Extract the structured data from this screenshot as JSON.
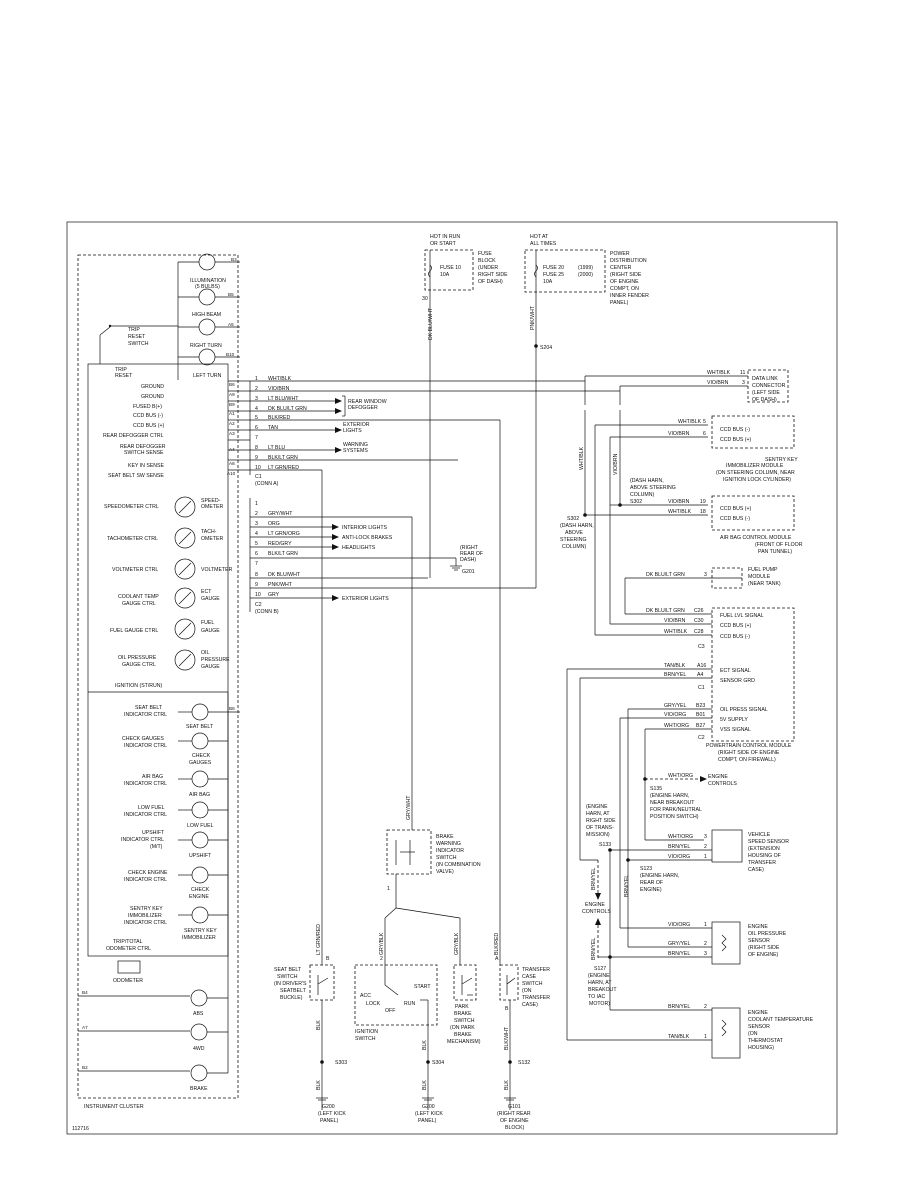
{
  "figure_code": "112716",
  "cluster": {
    "title": "INSTRUMENT CLUSTER",
    "lamps_top": [
      {
        "label": "ILLUMINATION",
        "sub": "(5 BULBS)",
        "pin": "B3"
      },
      {
        "label": "HIGH BEAM",
        "sub": "",
        "pin": "B5"
      },
      {
        "label": "RIGHT TURN",
        "sub": "",
        "pin": "A5"
      },
      {
        "label": "LEFT TURN",
        "sub": "",
        "pin": "B10"
      }
    ],
    "trip_switch": [
      "TRIP",
      "RESET",
      "SWITCH"
    ],
    "trip_reset": [
      "TRIP",
      "RESET"
    ],
    "inputs": [
      {
        "label": "GROUND",
        "pin": "B6"
      },
      {
        "label": "GROUND",
        "pin": "A9"
      },
      {
        "label": "FUSED B(+)",
        "pin": "B9"
      },
      {
        "label": "CCD BUS (-)",
        "pin": "A1"
      },
      {
        "label": "CCD BUS (+)",
        "pin": "A2"
      },
      {
        "label": "REAR DEFOGGER CTRL",
        "pin": "A3"
      },
      {
        "label": "REAR DEFOGGER",
        "label2": "SWITCH SENSE",
        "pin": "A4"
      },
      {
        "label": "KEY IN SENSE",
        "pin": "A8"
      },
      {
        "label": "SEAT BELT SW SENSE",
        "pin": "A10"
      }
    ],
    "gauges": [
      {
        "ctrl": "SPEEDOMETER CTRL",
        "name": "SPEED-",
        "name2": "OMETER"
      },
      {
        "ctrl": "TACHOMETER CTRL",
        "name": "TACH-",
        "name2": "OMETER"
      },
      {
        "ctrl": "VOLTMETER CTRL",
        "name": "VOLTMETER",
        "name2": ""
      },
      {
        "ctrl": "COOLANT TEMP",
        "ctrl2": "GAUGE CTRL",
        "name": "ECT",
        "name2": "GAUGE"
      },
      {
        "ctrl": "FUEL GAUGE CTRL",
        "name": "FUEL",
        "name2": "GAUGE"
      },
      {
        "ctrl": "OIL PRESSURE",
        "ctrl2": "GAUGE CTRL",
        "name": "OIL",
        "name2": "PRESSURE",
        "name3": "GAUGE"
      }
    ],
    "ignition_label": "IGNITION (ST/RUN)",
    "indicators": [
      {
        "ctrl": "SEAT BELT",
        "ctrl2": "INDICATOR CTRL",
        "ctrl3": "",
        "name": "SEAT BELT",
        "name2": "",
        "pin": "B8"
      },
      {
        "ctrl": "CHECK GAUGES",
        "ctrl2": "INDICATOR CTRL",
        "ctrl3": "",
        "name": "CHECK",
        "name2": "GAUGES"
      },
      {
        "ctrl": "AIR BAG",
        "ctrl2": "INDICATOR CTRL",
        "ctrl3": "",
        "name": "AIR BAG",
        "name2": ""
      },
      {
        "ctrl": "LOW FUEL",
        "ctrl2": "INDICATOR CTRL",
        "ctrl3": "",
        "name": "LOW FUEL",
        "name2": ""
      },
      {
        "ctrl": "UPSHIFT",
        "ctrl2": "INDICATOR CTRL",
        "ctrl3": "(M/T)",
        "name": "UPSHIFT",
        "name2": ""
      },
      {
        "ctrl": "CHECK ENGINE",
        "ctrl2": "INDICATOR CTRL",
        "ctrl3": "",
        "name": "CHECK",
        "name2": "ENGINE"
      },
      {
        "ctrl": "SENTRY KEY",
        "ctrl2": "IMMOBILIZER",
        "ctrl3": "INDICATOR CTRL",
        "name": "SENTRY KEY",
        "name2": "IMMOBILIZER"
      }
    ],
    "trip_odo": [
      "TRIP/TOTAL",
      "ODOMETER CTRL"
    ],
    "odometer": "ODOMETER",
    "bottom_lamps": [
      {
        "name": "ABS",
        "pin": "B4"
      },
      {
        "name": "4WD",
        "pin": "A7"
      },
      {
        "name": "BRAKE",
        "pin": "B2"
      }
    ]
  },
  "connA": {
    "rows": [
      {
        "n": "1",
        "color": "WHT/BLK"
      },
      {
        "n": "2",
        "color": "VIO/BRN"
      },
      {
        "n": "3",
        "color": "LT BLU/WHT"
      },
      {
        "n": "4",
        "color": "DK BLU/LT GRN"
      },
      {
        "n": "5",
        "color": "BLK/RED"
      },
      {
        "n": "6",
        "color": "TAN"
      },
      {
        "n": "7",
        "color": ""
      },
      {
        "n": "8",
        "color": "LT BLU"
      },
      {
        "n": "9",
        "color": "BLK/LT GRN"
      },
      {
        "n": "10",
        "color": "LT GRN/RED"
      }
    ],
    "name": "C1",
    "sub": "(CONN A)",
    "rear_window": [
      "REAR WINDOW",
      "DEFOGGER"
    ],
    "exterior_a": [
      "EXTERIOR",
      "LIGHTS"
    ],
    "warning": [
      "WARNING",
      "SYSTEMS"
    ]
  },
  "connB": {
    "rows": [
      {
        "n": "1",
        "color": ""
      },
      {
        "n": "2",
        "color": "GRY/WHT"
      },
      {
        "n": "3",
        "color": "ORG"
      },
      {
        "n": "4",
        "color": "LT GRN/ORG"
      },
      {
        "n": "5",
        "color": "RED/GRY"
      },
      {
        "n": "6",
        "color": "BLK/LT GRN"
      },
      {
        "n": "7",
        "color": ""
      },
      {
        "n": "8",
        "color": "DK BLU/WHT"
      },
      {
        "n": "9",
        "color": "PNK/WHT"
      },
      {
        "n": "10",
        "color": "GRY"
      }
    ],
    "name": "C2",
    "sub": "(CONN B)",
    "dest_interior": "INTERIOR LIGHTS",
    "dest_abs": "ANTI-LOCK BRAKES",
    "dest_head": "HEADLIGHTS",
    "dest_exterior": "EXTERIOR LIGHTS",
    "g201": [
      "(RIGHT",
      "REAR OF",
      "DASH)"
    ],
    "g201_name": "G201"
  },
  "power": {
    "hot_run": [
      "HOT IN RUN",
      "OR START"
    ],
    "fuse10": [
      "FUSE 10",
      "10A"
    ],
    "fuse_block": [
      "FUSE",
      "BLOCK",
      "(UNDER",
      "RIGHT SIDE",
      "OF DASH)"
    ],
    "pin30": "30",
    "wire_left": "DK BLU/WHT",
    "hot_all": [
      "HOT AT",
      "ALL TIMES"
    ],
    "fuse20": [
      "FUSE 20",
      "FUSE 25",
      "10A"
    ],
    "years": [
      "(1999)",
      "(2000)"
    ],
    "pdc": [
      "POWER",
      "DISTRIBUTION",
      "CENTER",
      "(RIGHT SIDE",
      "OF ENGINE",
      "COMPT, ON",
      "INNER FENDER",
      "PANEL)"
    ],
    "wire_right": "PNK/WHT",
    "splice": "S204"
  },
  "dlc": {
    "rows": [
      {
        "color": "WHT/BLK",
        "pin": "11"
      },
      {
        "color": "VIO/BRN",
        "pin": "3"
      }
    ],
    "label": [
      "DATA LINK",
      "CONNECTOR",
      "(LEFT SIDE",
      "OF DASH)"
    ]
  },
  "skim": {
    "rows": [
      {
        "color": "WHT/BLK",
        "pin": "5",
        "sig": "CCD BUS (-)"
      },
      {
        "color": "VIO/BRN",
        "pin": "6",
        "sig": "CCD BUS (+)"
      }
    ],
    "label": [
      "SENTRY KEY",
      "IMMOBILIZER MODULE",
      "(ON STEERING COLUMN, NEAR",
      "IGNITION LOCK CYLINDER)"
    ]
  },
  "airbag": {
    "rows": [
      {
        "color": "VIO/BRN",
        "pin": "19",
        "sig": "CCD BUS (+)"
      },
      {
        "color": "WHT/BLK",
        "pin": "18",
        "sig": "CCD BUS (-)"
      }
    ],
    "label": [
      "AIR BAG CONTROL MODULE",
      "(FRONT OF FLOOR",
      "PAN TUNNEL)"
    ]
  },
  "s302": {
    "vert_left": "WHT/BLK",
    "vert_right": "VIO/BRN",
    "left": [
      "S302",
      "(DASH HARN,",
      "ABOVE",
      "STEERING",
      "COLUMN)"
    ],
    "right": [
      "(DASH HARN,",
      "ABOVE STEERING",
      "COLUMN)",
      "S302"
    ]
  },
  "fuelpump": {
    "color": "DK BLU/LT GRN",
    "pin": "3",
    "label": [
      "FUEL PUMP",
      "MODULE",
      "(NEAR TANK)"
    ]
  },
  "pcm": {
    "c3_rows": [
      {
        "color": "DK BLU/LT GRN",
        "pin": "C26",
        "sig": "FUEL LVL SIGNAL"
      },
      {
        "color": "VIO/BRN",
        "pin": "C30",
        "sig": "CCD BUS (+)"
      },
      {
        "color": "WHT/BLK",
        "pin": "C28",
        "sig": "CCD BUS (-)"
      }
    ],
    "c3": "C3",
    "c1_rows": [
      {
        "color": "TAN/BLK",
        "pin": "A16",
        "sig": "ECT SIGNAL"
      },
      {
        "color": "BRN/YEL",
        "pin": "A4",
        "sig": "SENSOR GRD"
      }
    ],
    "c1": "C1",
    "c2_rows": [
      {
        "color": "GRY/YEL",
        "pin": "B23",
        "sig": "OIL PRESS SIGNAL"
      },
      {
        "color": "VIO/ORG",
        "pin": "B01",
        "sig": "5V SUPPLY"
      },
      {
        "color": "WHT/ORG",
        "pin": "B27",
        "sig": "VSS SIGNAL"
      }
    ],
    "c2": "C2",
    "label": [
      "POWERTRAIN CONTROL MODULE",
      "(RIGHT SIDE OF ENGINE",
      "COMPT, ON FIREWALL)"
    ]
  },
  "eng_ctrl_right": {
    "color": "WHT/ORG",
    "label": [
      "ENGINE",
      "CONTROLS"
    ]
  },
  "s135": [
    "S135",
    "(ENGINE HARN,",
    "NEAR BREAKOUT",
    "FOR PARK/NEUTRAL",
    "POSITION SWITCH)"
  ],
  "s133": [
    "(ENGINE",
    "HARN, AT",
    "RIGHT SIDE",
    "OF TRANS-",
    "MISSION)",
    "S133"
  ],
  "s123": [
    "S123",
    "(ENGINE HARN,",
    "REAR OF",
    "ENGINE)"
  ],
  "s127": [
    "S127",
    "(ENGINE",
    "HARN, AT",
    "BREAKOUT",
    "TO IAC",
    "MOTOR)"
  ],
  "eng_ctrl_left": [
    "ENGINE",
    "CONTROLS"
  ],
  "brnyel_vert": "BRN/YEL",
  "vss": {
    "rows": [
      {
        "color": "WHT/ORG",
        "pin": "3"
      },
      {
        "color": "BRN/YEL",
        "pin": "2"
      },
      {
        "color": "VIO/ORG",
        "pin": "1"
      }
    ],
    "label": [
      "VEHICLE",
      "SPEED SENSOR",
      "(EXTENSION",
      "HOUSING OF",
      "TRANSFER",
      "CASE)"
    ]
  },
  "oilsensor": {
    "rows": [
      {
        "color": "VIO/ORG",
        "pin": "1"
      },
      {
        "color": "GRY/YEL",
        "pin": "2"
      },
      {
        "color": "BRN/YEL",
        "pin": "3"
      }
    ],
    "label": [
      "ENGINE",
      "OIL PRESSURE",
      "SENSOR",
      "(RIGHT SIDE",
      "OF ENGINE)"
    ]
  },
  "ect": {
    "rows": [
      {
        "color": "BRN/YEL",
        "pin": "2"
      },
      {
        "color": "TAN/BLK",
        "pin": "1"
      }
    ],
    "label": [
      "ENGINE",
      "COOLANT TEMPERATURE",
      "SENSOR",
      "(ON",
      "THERMOSTAT",
      "HOUSING)"
    ]
  },
  "brake_sw": {
    "wire": "GRY/WHT",
    "pin": "1",
    "label": [
      "BRAKE",
      "WARNING",
      "INDICATOR",
      "SWITCH",
      "(IN COMBINATION",
      "VALVE)"
    ]
  },
  "seatbelt": {
    "wire": "LT GRN/RED",
    "pin": "B",
    "wire_below": "BLK",
    "label": [
      "SEAT BELT",
      "SWITCH",
      "(IN DRIVER'S",
      "SEATBELT",
      "BUCKLE)"
    ],
    "splice": "S303",
    "ground_wire": "BLK",
    "ground": "G200",
    "ground_loc": [
      "(LEFT KICK",
      "PANEL)"
    ]
  },
  "ignition": {
    "wire": "GRY/BLK",
    "pin": "2",
    "positions": [
      "ACC",
      "LOCK",
      "OFF",
      "RUN",
      "START"
    ],
    "label": [
      "IGNITION",
      "SWITCH"
    ],
    "wire_below": "BLK",
    "splice": "S304",
    "ground_wire": "BLK",
    "ground": "G200",
    "ground_loc": [
      "(LEFT KICK",
      "PANEL)"
    ]
  },
  "parkbrake": {
    "wire": "GRY/BLK",
    "label": [
      "PARK",
      "BRAKE",
      "SWITCH",
      "(ON PARK",
      "BRAKE",
      "MECHANISM)"
    ]
  },
  "transfer": {
    "wire": "BLK/RED",
    "pin_top": "A",
    "pin_bot": "B",
    "label": [
      "TRANSFER",
      "CASE",
      "SWITCH",
      "(ON",
      "TRANSFER",
      "CASE)"
    ],
    "wire_below": "BLK/WHT",
    "splice": "S132",
    "ground_wire": "BLK",
    "ground": "G101",
    "ground_loc": [
      "(RIGHT REAR",
      "OF ENGINE",
      "BLOCK)"
    ]
  }
}
